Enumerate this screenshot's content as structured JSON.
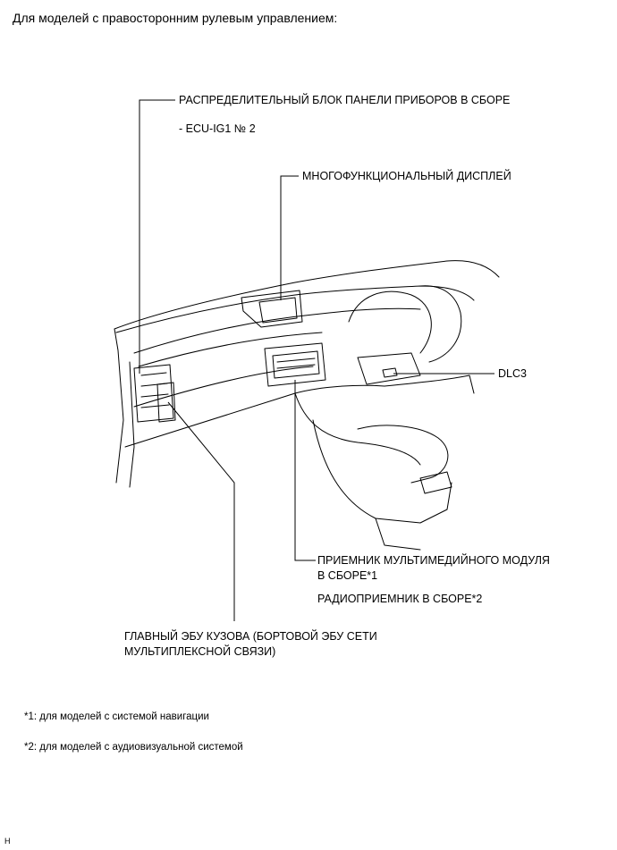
{
  "heading": "Для моделей с правосторонним рулевым управлением:",
  "labels": {
    "junction_block": "РАСПРЕДЕЛИТЕЛЬНЫЙ БЛОК ПАНЕЛИ ПРИБОРОВ В СБОРЕ",
    "ecu_ig1": "- ECU-IG1 № 2",
    "display": "МНОГОФУНКЦИОНАЛЬНЫЙ ДИСПЛЕЙ",
    "dlc3": "DLC3",
    "receiver_line1": "ПРИЕМНИК МУЛЬТИМЕДИЙНОГО МОДУЛЯ",
    "receiver_line2": "В СБОРЕ*1",
    "radio": "РАДИОПРИЕМНИК В СБОРЕ*2",
    "body_ecu_line1": "ГЛАВНЫЙ ЭБУ КУЗОВА (БОРТОВОЙ ЭБУ СЕТИ",
    "body_ecu_line2": "МУЛЬТИПЛЕКСНОЙ СВЯЗИ)"
  },
  "footnotes": {
    "note1": "*1: для моделей с системой навигации",
    "note2": "*2: для моделей с аудиовизуальной системой"
  },
  "corner_mark": "H"
}
